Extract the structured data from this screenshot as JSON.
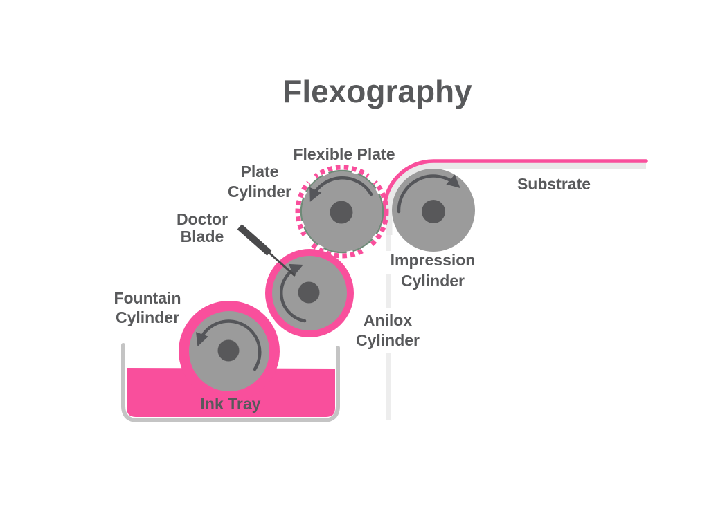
{
  "title": "Flexography",
  "colors": {
    "ink_pink": "#F94F9C",
    "cylinder_gray": "#9B9B9B",
    "hub_gray": "#58585A",
    "arrow_gray": "#55565A",
    "text_gray": "#58595B",
    "substrate_gray": "#E9E9E9",
    "tray_outline_gray": "#C4C4C4",
    "plate_ring_green": "#6F8A78",
    "blade_gray": "#4A4A4C",
    "background": "#FFFFFF"
  },
  "labels": {
    "flexible_plate": "Flexible Plate",
    "plate_cylinder_line1": "Plate",
    "plate_cylinder_line2": "Cylinder",
    "doctor_blade_line1": "Doctor",
    "doctor_blade_line2": "Blade",
    "fountain_cylinder_line1": "Fountain",
    "fountain_cylinder_line2": "Cylinder",
    "ink_tray": "Ink Tray",
    "anilox_cylinder_line1": "Anilox",
    "anilox_cylinder_line2": "Cylinder",
    "impression_cylinder_line1": "Impression",
    "impression_cylinder_line2": "Cylinder",
    "substrate": "Substrate"
  }
}
